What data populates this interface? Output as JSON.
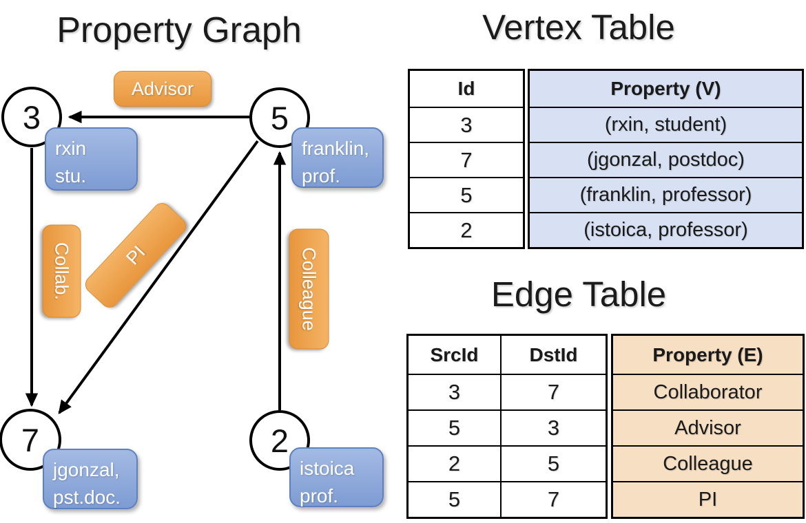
{
  "graph": {
    "title": "Property Graph",
    "nodes": {
      "n3": {
        "id": "3",
        "line1": "rxin",
        "line2": "stu."
      },
      "n5": {
        "id": "5",
        "line1": "franklin,",
        "line2": "prof."
      },
      "n7": {
        "id": "7",
        "line1": "jgonzal,",
        "line2": "pst.doc."
      },
      "n2": {
        "id": "2",
        "line1": "istoica",
        "line2": "prof."
      }
    },
    "edge_labels": {
      "advisor": "Advisor",
      "collab": "Collab.",
      "pi": "PI",
      "colleague": "Colleague"
    }
  },
  "vertex_table": {
    "title": "Vertex Table",
    "col_id": "Id",
    "col_property": "Property (V)",
    "rows": [
      {
        "id": "3",
        "property": "(rxin, student)"
      },
      {
        "id": "7",
        "property": "(jgonzal, postdoc)"
      },
      {
        "id": "5",
        "property": "(franklin, professor)"
      },
      {
        "id": "2",
        "property": "(istoica, professor)"
      }
    ]
  },
  "edge_table": {
    "title": "Edge Table",
    "col_src": "SrcId",
    "col_dst": "DstId",
    "col_property": "Property (E)",
    "rows": [
      {
        "src": "3",
        "dst": "7",
        "property": "Collaborator"
      },
      {
        "src": "5",
        "dst": "3",
        "property": "Advisor"
      },
      {
        "src": "2",
        "dst": "5",
        "property": "Colleague"
      },
      {
        "src": "5",
        "dst": "7",
        "property": "PI"
      }
    ]
  },
  "colors": {
    "edge_label_fill_top": "#F4B466",
    "edge_label_fill_bottom": "#E8963C",
    "edge_label_border": "#D8892E",
    "vertex_label_fill_top": "#A3BAE3",
    "vertex_label_fill_bottom": "#7E9CD3",
    "vertex_label_border": "#5E80BE",
    "vertex_table_cell_bg": "#D8E1F3",
    "edge_table_cell_bg": "#F6DFC3",
    "line_color": "#000000"
  }
}
